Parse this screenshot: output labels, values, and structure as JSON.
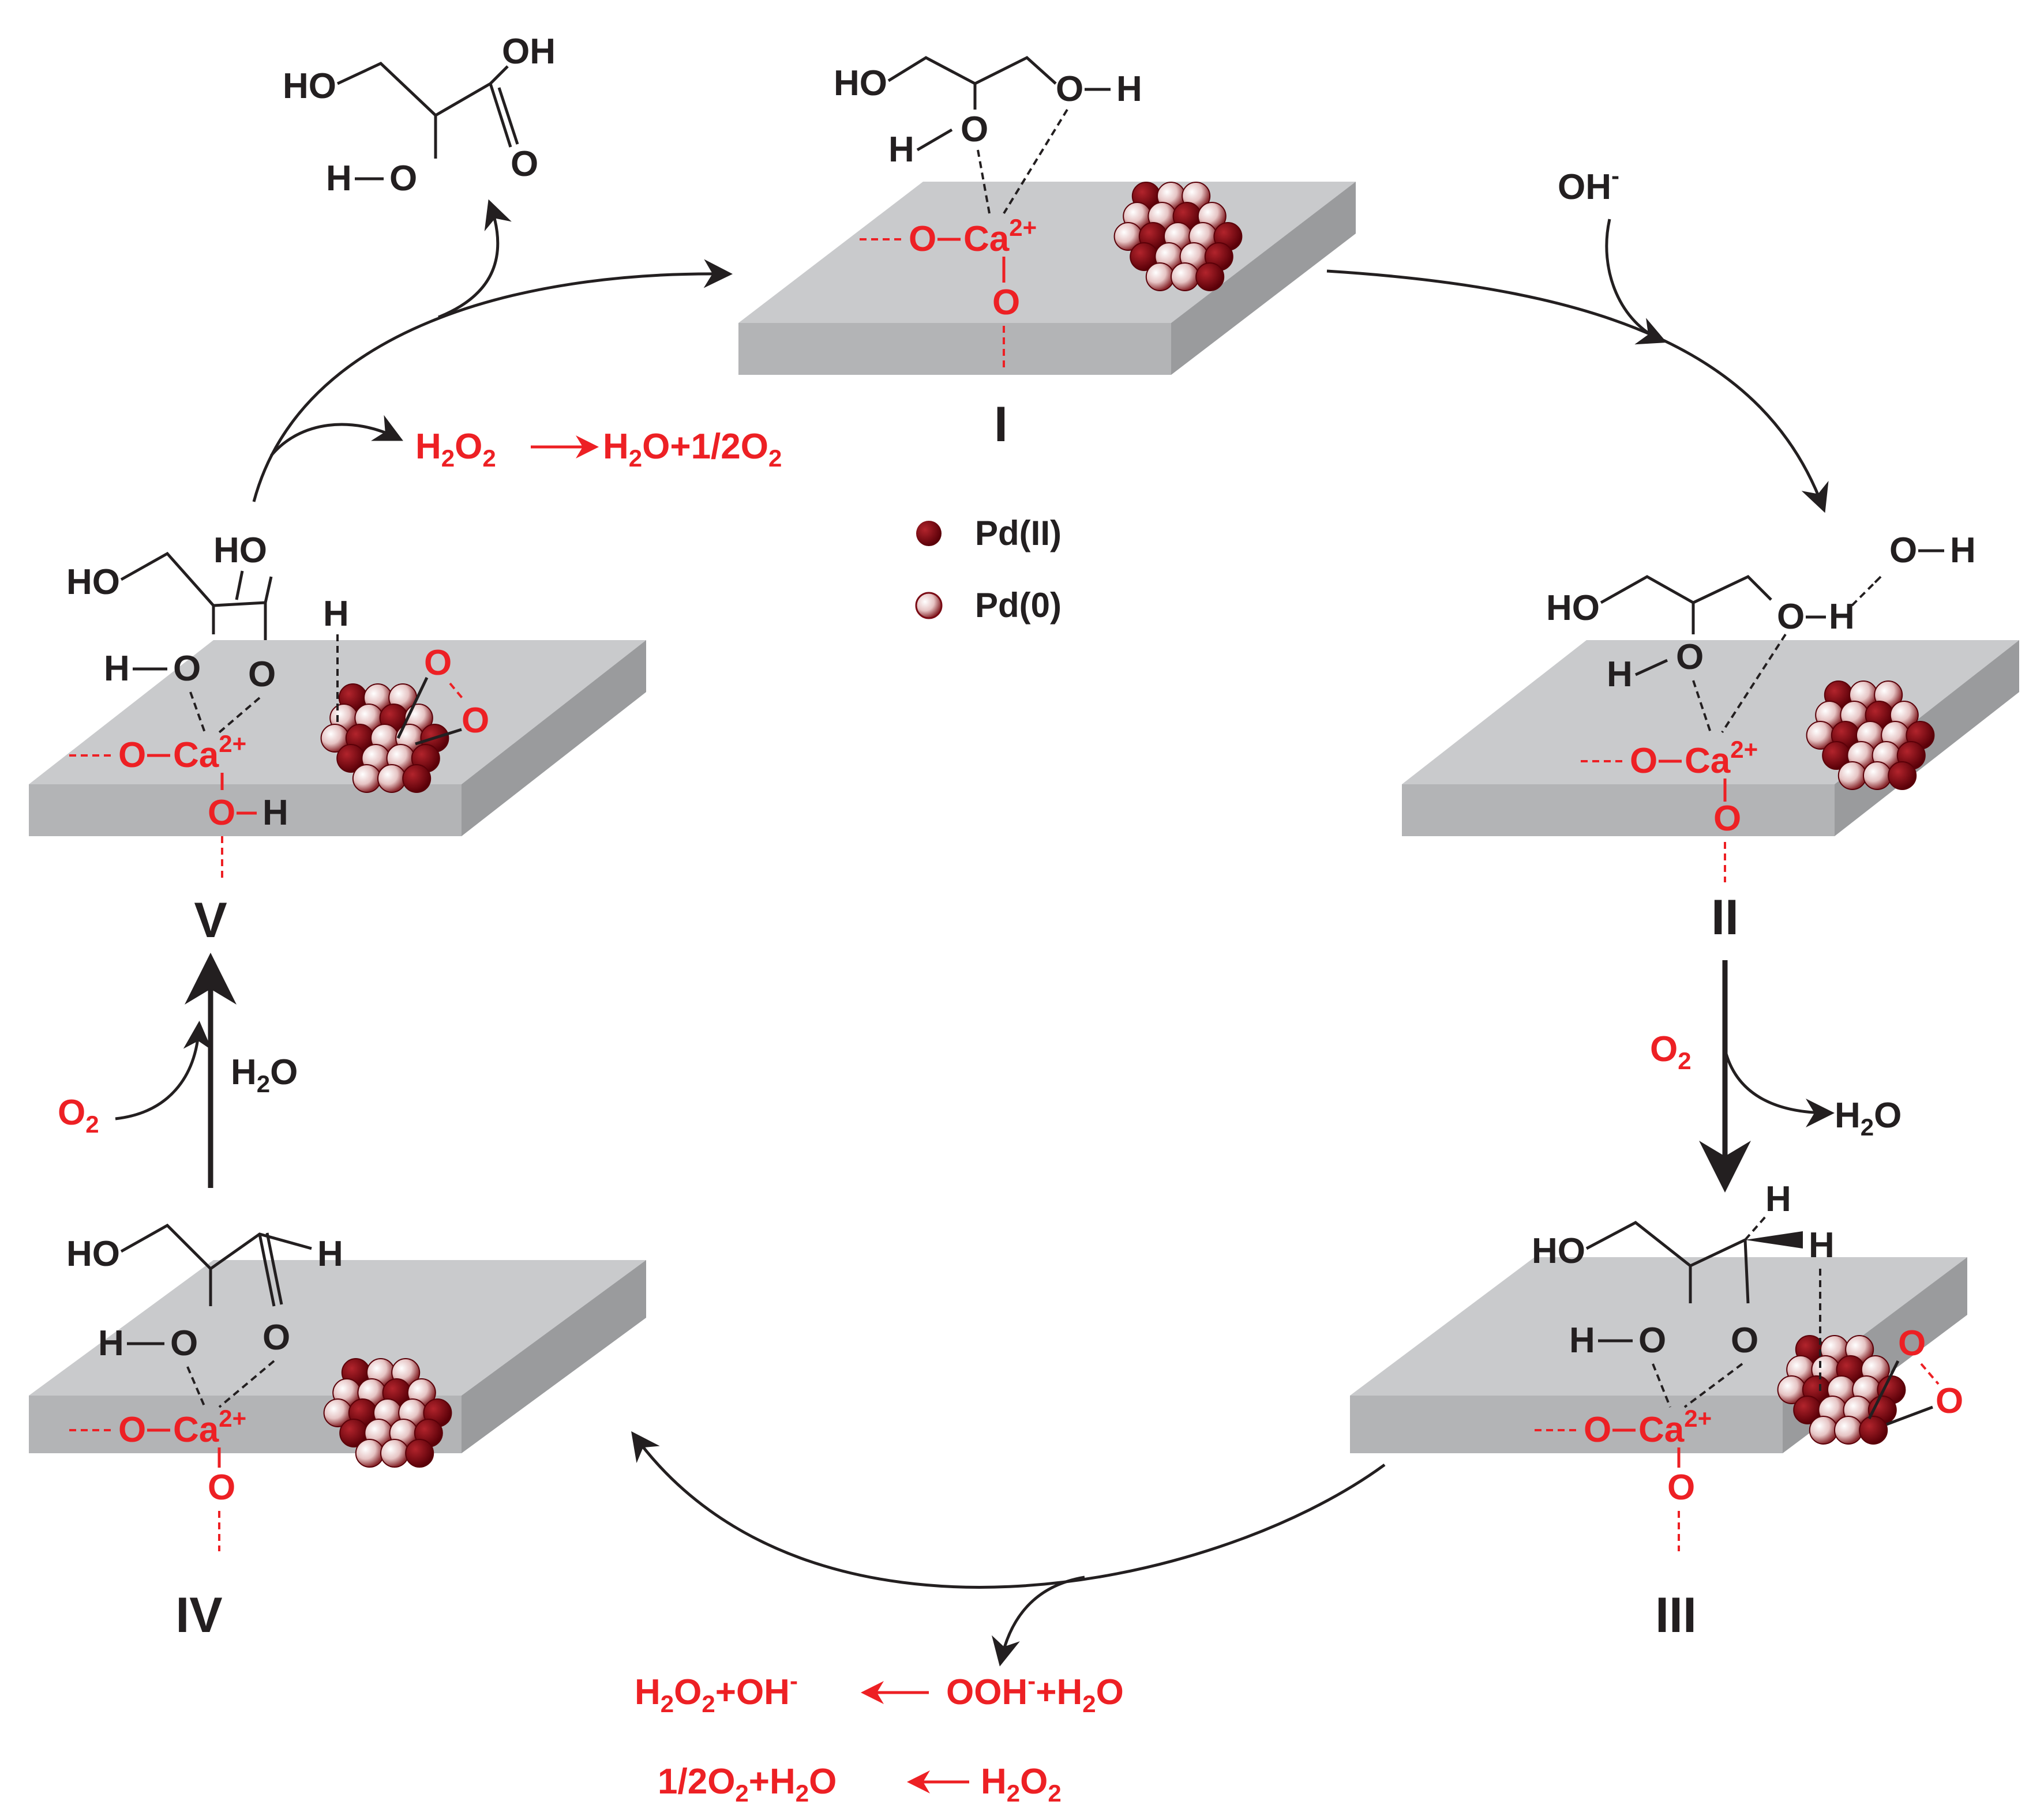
{
  "colors": {
    "black": "#231f20",
    "red": "#ed2024",
    "slab_top": "#c9cacc",
    "slab_front": "#b3b4b6",
    "slab_side": "#9a9b9d",
    "pd_ii": "#7a0a14",
    "pd_0": "#f1dcdc"
  },
  "legend": {
    "pd_ii": "Pd(II)",
    "pd_0": "Pd(0)"
  },
  "states": {
    "I": {
      "label": "I"
    },
    "II": {
      "label": "II"
    },
    "III": {
      "label": "III"
    },
    "IV": {
      "label": "IV"
    },
    "V": {
      "label": "V"
    }
  },
  "reagents": {
    "oh_minus": "OH",
    "o2": "O",
    "h2o": "H",
    "h2o2_decomp_top": {
      "a": "H",
      "b": "O",
      "arrow_to": "H",
      "c": "O+1/2O"
    },
    "bottom_line1": {
      "left": "H",
      "leftb": "O",
      "leftc": "+OH",
      "right": "OOH",
      "rightb": "+H",
      "rightc": "O"
    },
    "bottom_line2": {
      "left": "1/2O",
      "leftb": "+H",
      "leftc": "O",
      "right": "H",
      "rightb": "O"
    }
  },
  "atoms": {
    "HO": "HO",
    "OH": "OH",
    "O": "O",
    "H": "H",
    "Ca": "Ca",
    "ca_charge": "2+",
    "sub2": "2",
    "minus": "-"
  }
}
